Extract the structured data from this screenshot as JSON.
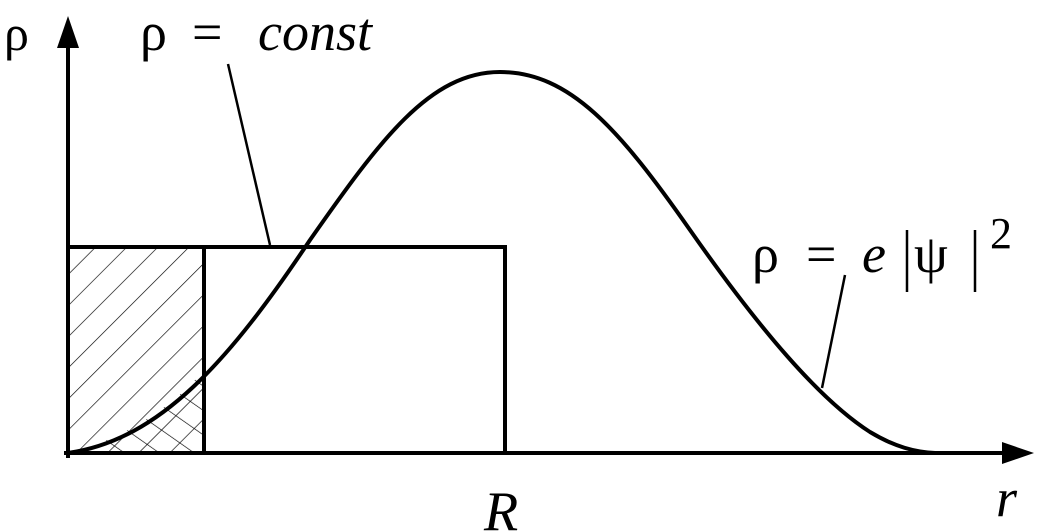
{
  "axes": {
    "y_label": "ρ",
    "x_label": "r",
    "tick_label": "R"
  },
  "labels": {
    "const_label": {
      "rho": "ρ",
      "eq": "=",
      "value": "const"
    },
    "psi_label": {
      "rho": "ρ",
      "eq": "=",
      "charge": "e",
      "psi": "ψ",
      "exponent": "2"
    }
  },
  "colors": {
    "ink": "#000000",
    "background": "#ffffff"
  }
}
